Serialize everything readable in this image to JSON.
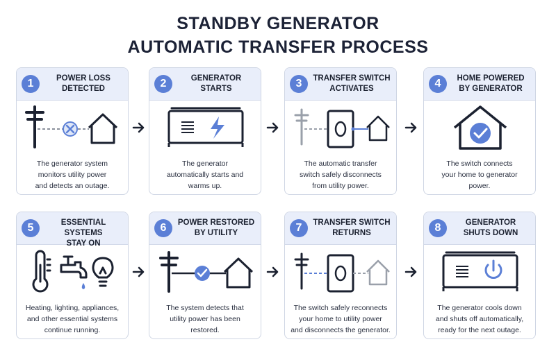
{
  "title": {
    "line1": "STANDBY GENERATOR",
    "line2": "AUTOMATIC TRANSFER PROCESS"
  },
  "colors": {
    "accent": "#5b7fd6",
    "header_bg": "#e9eefa",
    "border": "#cfd6e4"
  },
  "steps": [
    {
      "number": "1",
      "title_lines": [
        "POWER LOSS",
        "DETECTED"
      ],
      "description_lines": [
        "The generator system",
        "monitors utility power",
        "and detects an outage."
      ],
      "icon": "utility-pole-broken-connection-house-icon"
    },
    {
      "number": "2",
      "title_lines": [
        "GENERATOR",
        "STARTS"
      ],
      "description_lines": [
        "The generator",
        "automatically starts and",
        "warms up."
      ],
      "icon": "generator-lightning-icon"
    },
    {
      "number": "3",
      "title_lines": [
        "TRANSFER SWITCH",
        "ACTIVATES"
      ],
      "description_lines": [
        "The automatic transfer",
        "switch safely disconnects",
        "from utility power."
      ],
      "icon": "transfer-switch-icon"
    },
    {
      "number": "4",
      "title_lines": [
        "HOME POWERED",
        "BY GENERATOR"
      ],
      "description_lines": [
        "The switch connects",
        "your home to generator",
        "power."
      ],
      "icon": "house-check-icon"
    },
    {
      "number": "5",
      "title_lines": [
        "ESSENTIAL SYSTEMS",
        "STAY ON"
      ],
      "description_lines": [
        "Heating, lighting, appliances,",
        "and other essential systems",
        "continue running."
      ],
      "icon": "thermometer-faucet-bulb-icon"
    },
    {
      "number": "6",
      "title_lines": [
        "POWER RESTORED",
        "BY UTILITY"
      ],
      "description_lines": [
        "The system detects that",
        "utility power has been",
        "restored."
      ],
      "icon": "utility-pole-check-house-icon"
    },
    {
      "number": "7",
      "title_lines": [
        "TRANSFER SWITCH",
        "RETURNS"
      ],
      "description_lines": [
        "The switch safely reconnects",
        "your home to utility power",
        "and disconnects the generator."
      ],
      "icon": "transfer-switch-return-icon"
    },
    {
      "number": "8",
      "title_lines": [
        "GENERATOR",
        "SHUTS DOWN"
      ],
      "description_lines": [
        "The generator cools down",
        "and shuts off automatically,",
        "ready for the next outage."
      ],
      "icon": "generator-power-icon"
    }
  ]
}
